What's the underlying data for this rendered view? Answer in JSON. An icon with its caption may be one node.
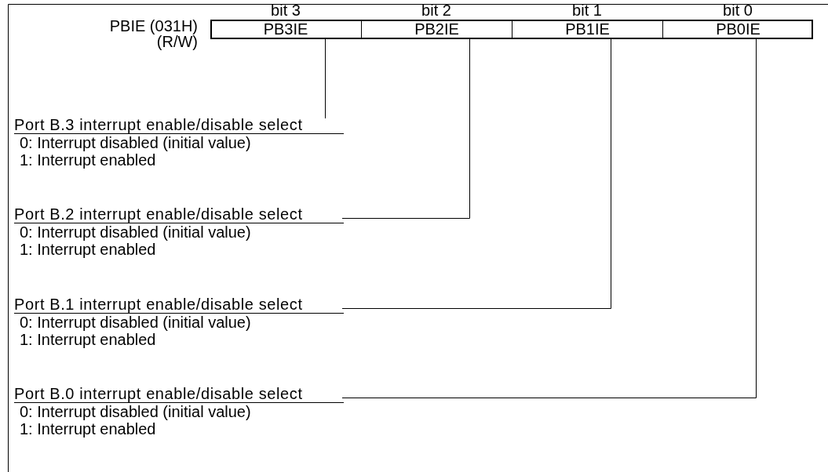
{
  "diagram": {
    "nodes": [
      {
        "text": [],
        "shape": "box",
        "beside": [
          "PBIE (031H)",
          "(R/W)"
        ]
      },
      {
        "text": [
          "PB3IE"
        ],
        "in": 0,
        "beside": [
          "bit 3"
        ]
      },
      {
        "text": [
          "PB2IE"
        ],
        "in": 0,
        "beside": [
          "bit 2"
        ]
      },
      {
        "text": [
          "PB1IE"
        ],
        "in": 0,
        "beside": [
          "bit 1"
        ]
      },
      {
        "text": [
          "PB0IE"
        ],
        "in": 0,
        "beside": [
          "bit 0"
        ]
      },
      {
        "text": [
          "Port B.3 interrupt enable/disable select",
          "0: Interrupt disabled (initial value)",
          "1: Interrupt enabled"
        ]
      },
      {
        "text": [
          "Port B.2 interrupt enable/disable select",
          "0: Interrupt disabled (initial value)",
          "1: Interrupt enabled"
        ]
      },
      {
        "text": [
          "Port B.1 interrupt enable/disable select",
          "0: Interrupt disabled (initial value)",
          "1: Interrupt enabled"
        ]
      },
      {
        "text": [
          "Port B.0 interrupt enable/disable select",
          "0: Interrupt disabled (initial value)",
          "1: Interrupt enabled"
        ]
      }
    ],
    "edges": [
      {
        "from": 5,
        "to": 1,
        "arrow": "none"
      },
      {
        "from": 6,
        "to": 2,
        "arrow": "none"
      },
      {
        "from": 7,
        "to": 3,
        "arrow": "none"
      },
      {
        "from": 8,
        "to": 4,
        "arrow": "none"
      }
    ]
  }
}
